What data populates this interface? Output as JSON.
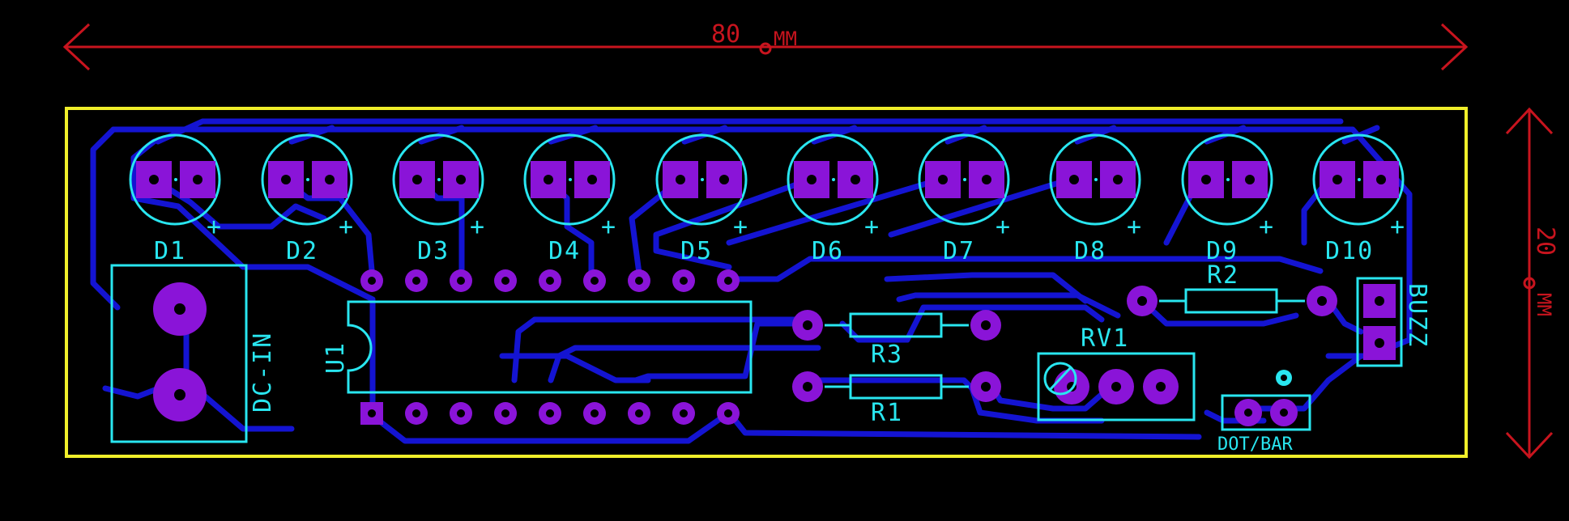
{
  "labels": {
    "dim_width": "80",
    "dim_height": "20",
    "dim_unit": "MM",
    "leds": [
      "D1",
      "D2",
      "D3",
      "D4",
      "D5",
      "D6",
      "D7",
      "D8",
      "D9",
      "D10"
    ],
    "led_plus": "+",
    "ic": "U1",
    "power": "DC-IN",
    "r1": "R1",
    "r2": "R2",
    "r3": "R3",
    "pot": "RV1",
    "buzzer": "BUZZ",
    "mode": "DOT/BAR"
  },
  "colors": {
    "background": "#000000",
    "board_edge": "#f0ef2a",
    "silkscreen": "#29e6f0",
    "copper_trace": "#1414d2",
    "pad": "#8a14d8",
    "dimension": "#c8141e"
  }
}
